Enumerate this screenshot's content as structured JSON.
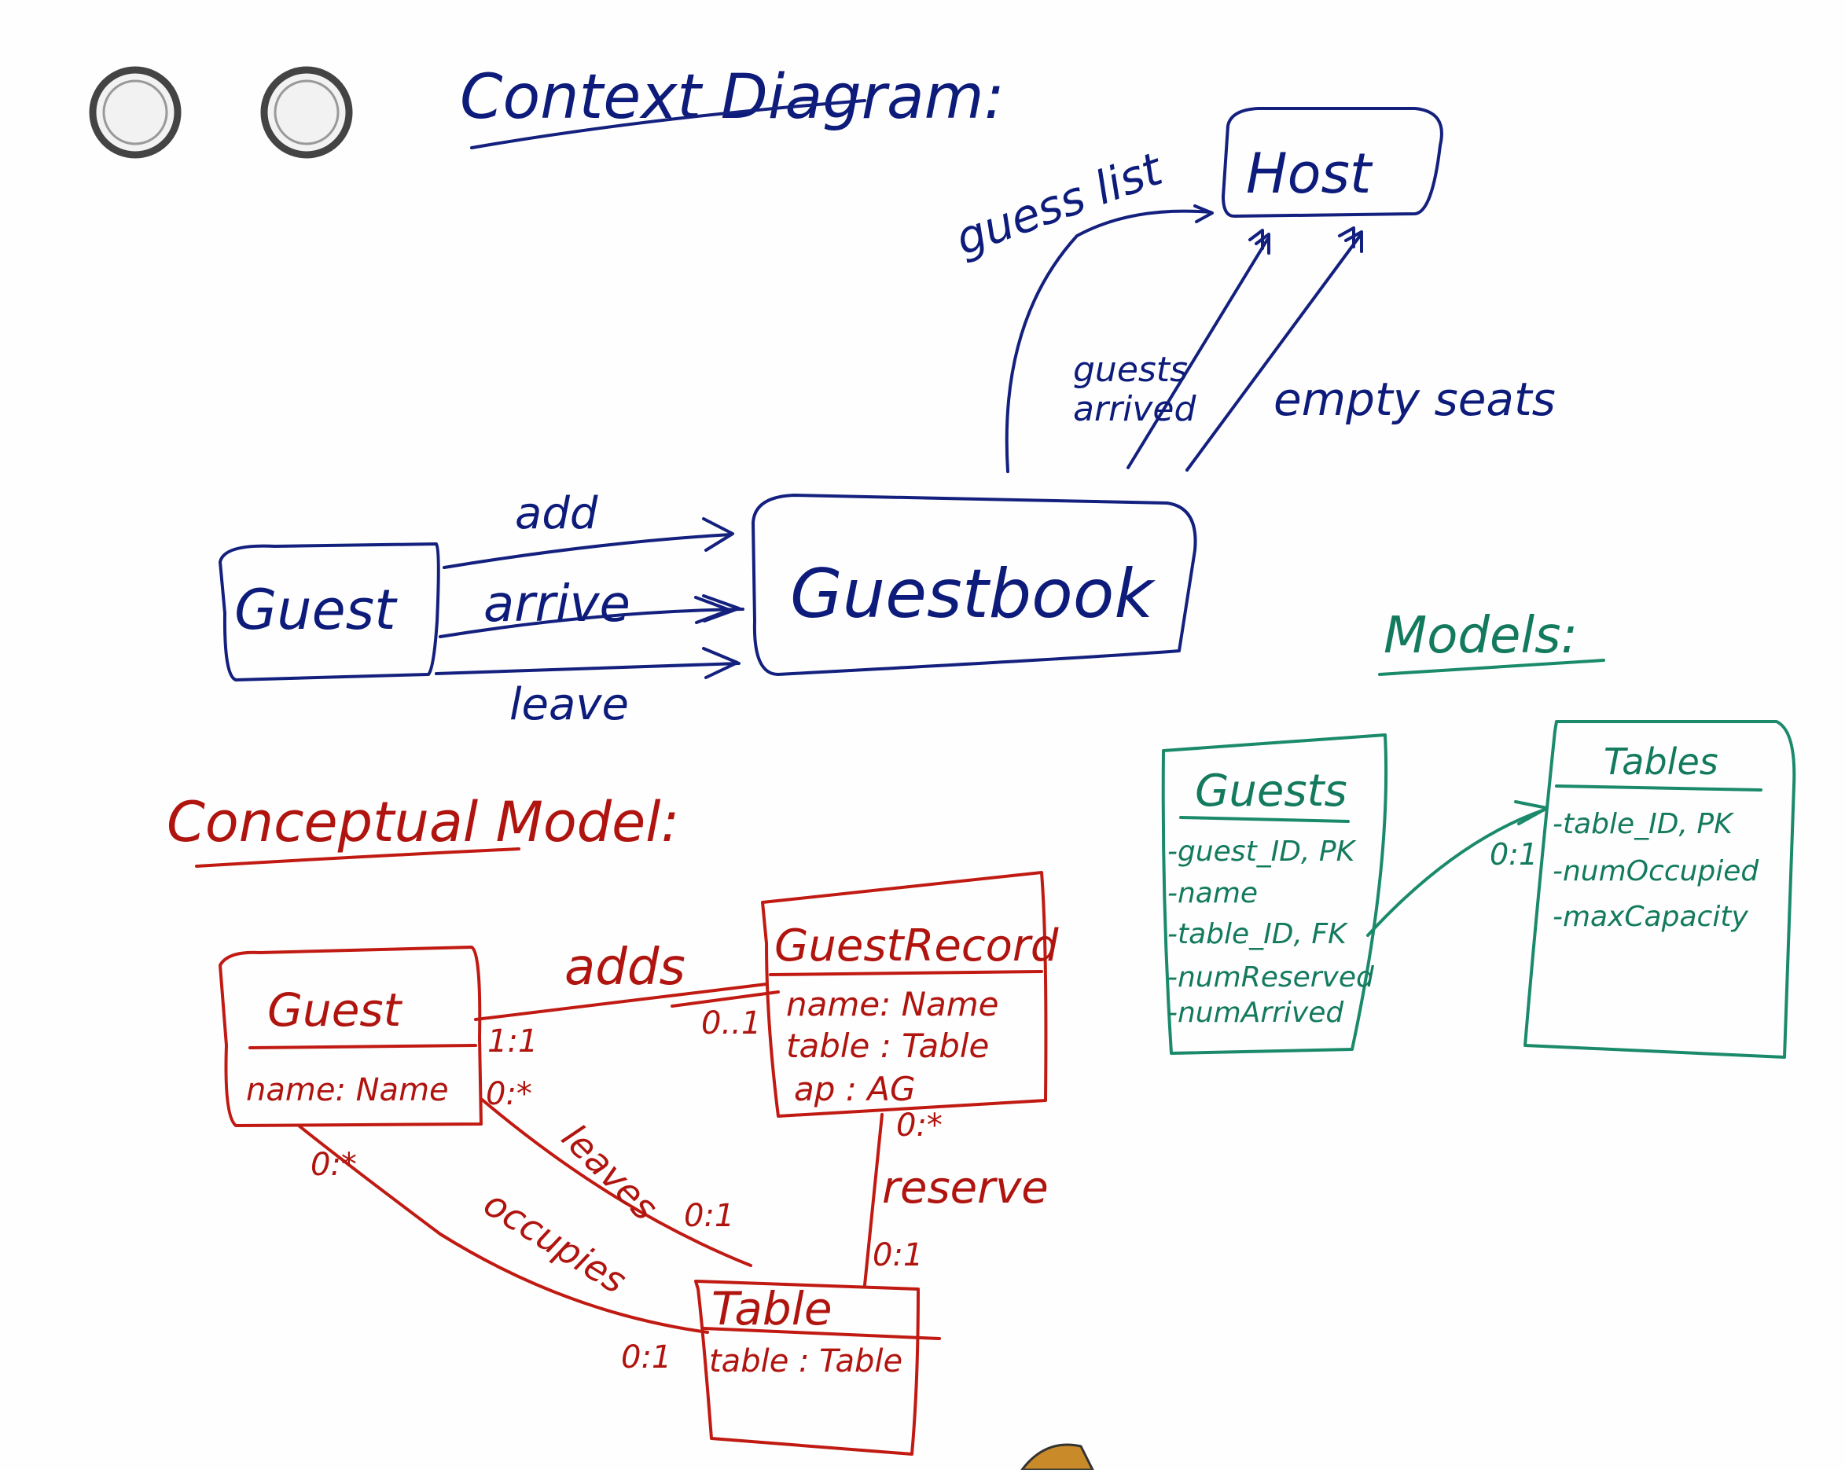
{
  "context_diagram": {
    "title": "Context Diagram:",
    "entities": {
      "host": "Host",
      "guest": "Guest",
      "guestbook": "Guestbook"
    },
    "flows": {
      "guess_list": "guess list",
      "guests_arrived": [
        "guests",
        "arrived"
      ],
      "empty_seats": "empty seats",
      "add": "add",
      "arrive": "arrive",
      "leave": "leave"
    }
  },
  "conceptual_model": {
    "title": "Conceptual Model:",
    "guest": {
      "name": "Guest",
      "attr": "name: Name"
    },
    "guest_record": {
      "name": "GuestRecord",
      "attrs": [
        "name: Name",
        "table : Table",
        "ap : AG"
      ]
    },
    "table": {
      "name": "Table",
      "attr": "table : Table"
    },
    "relations": {
      "adds": "adds",
      "leaves": "leaves",
      "occupies": "occupies",
      "reserve": "reserve"
    },
    "multiplicities": {
      "guest_adds": "1:1",
      "record_adds": "0..1",
      "guest_leaves": "0:*",
      "table_leaves": "0:1",
      "guest_occupies": "0:*",
      "table_occupies": "0:1",
      "record_reserve": "0:*",
      "table_reserve": "0:1"
    }
  },
  "models": {
    "title": "Models:",
    "guests": {
      "name": "Guests",
      "fields": [
        "-guest_ID, PK",
        "-name",
        "-table_ID, FK",
        "-numReserved",
        "-numArrived"
      ]
    },
    "tables": {
      "name": "Tables",
      "fields": [
        "-table_ID, PK",
        "-numOccupied",
        "-maxCapacity"
      ]
    },
    "relation_multiplicity": "0:1"
  },
  "colors": {
    "blue_marker": "#13207e",
    "red_marker": "#c01a12",
    "green_marker": "#1a8a6b",
    "board": "#fefefe"
  }
}
